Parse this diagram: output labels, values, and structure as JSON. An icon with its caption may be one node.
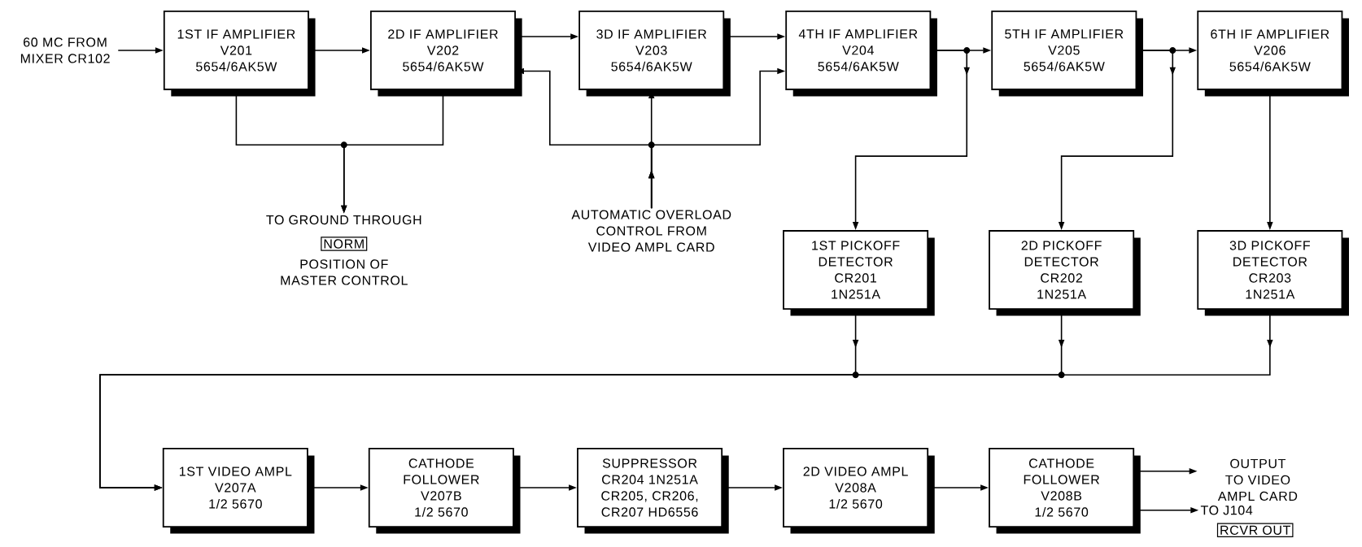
{
  "diagram": {
    "nodes": [
      {
        "text": [
          "60 MC FROM MIXER CR102"
        ]
      },
      {
        "text": [
          "1ST IF AMPLIFIER",
          "V201",
          "5654/6AK5W"
        ]
      },
      {
        "text": [
          "2D IF AMPLIFIER",
          "V202",
          "5654/6AK5W"
        ]
      },
      {
        "text": [
          "3D IF AMPLIFIER",
          "V203",
          "5654/6AK5W"
        ]
      },
      {
        "text": [
          "4TH IF AMPLIFIER",
          "V204",
          "5654/6AK5W"
        ]
      },
      {
        "text": [
          "5TH IF AMPLIFIER",
          "V205",
          "5654/6AK5W"
        ]
      },
      {
        "text": [
          "6TH IF AMPLIFIER",
          "V206",
          "5654/6AK5W"
        ]
      },
      {
        "text": [
          "TO GROUND THROUGH"
        ]
      },
      {
        "text": [
          "NORM"
        ],
        "beside": [
          "POSITION OF MASTER CONTROL"
        ]
      },
      {
        "text": [
          "AUTOMATIC OVERLOAD CONTROL FROM VIDEO AMPL CARD"
        ]
      },
      {
        "text": [
          "1ST PICKOFF DETECTOR",
          "CR201",
          "1N251A"
        ]
      },
      {
        "text": [
          "2D PICKOFF DETECTOR",
          "CR202",
          "1N251A"
        ]
      },
      {
        "text": [
          "3D PICKOFF DETECTOR",
          "CR203",
          "1N251A"
        ]
      },
      {
        "text": [
          "1ST VIDEO AMPL",
          "V207A",
          "1/2 5670"
        ]
      },
      {
        "text": [
          "CATHODE FOLLOWER",
          "V207B",
          "1/2 5670"
        ]
      },
      {
        "text": [
          "SUPPRESSOR",
          "CR204 1N251A",
          "CR205, CR206, CR207 HD6556"
        ]
      },
      {
        "text": [
          "2D VIDEO AMPL",
          "V208A",
          "1/2 5670"
        ]
      },
      {
        "text": [
          "CATHODE FOLLOWER",
          "V208B",
          "1/2 5670"
        ]
      },
      {
        "text": [
          "OUTPUT TO VIDEO AMPL CARD"
        ]
      },
      {
        "text": [
          "TO J104"
        ]
      },
      {
        "text": [
          "RCVR OUT"
        ]
      }
    ],
    "edges": [
      {
        "from": 0,
        "to": 1,
        "arrow": "to"
      },
      {
        "from": 1,
        "to": 2,
        "arrow": "to"
      },
      {
        "from": 2,
        "to": 3,
        "arrow": "to"
      },
      {
        "from": 3,
        "to": 4,
        "arrow": "to"
      },
      {
        "from": 4,
        "to": 5,
        "arrow": "to"
      },
      {
        "from": 5,
        "to": 6,
        "arrow": "to"
      },
      {
        "from": 1,
        "to": 7,
        "arrow": "to"
      },
      {
        "from": 2,
        "to": 7,
        "arrow": "to"
      },
      {
        "from": 9,
        "to": 2,
        "arrow": "to"
      },
      {
        "from": 9,
        "to": 3,
        "arrow": "to"
      },
      {
        "from": 9,
        "to": 4,
        "arrow": "to"
      },
      {
        "from": 4,
        "to": 10,
        "arrow": "to"
      },
      {
        "from": 5,
        "to": 11,
        "arrow": "to"
      },
      {
        "from": 6,
        "to": 12,
        "arrow": "to"
      },
      {
        "from": 10,
        "to": 13,
        "arrow": "to"
      },
      {
        "from": 11,
        "to": 13,
        "arrow": "to"
      },
      {
        "from": 12,
        "to": 13,
        "arrow": "to"
      },
      {
        "from": 13,
        "to": 14,
        "arrow": "to"
      },
      {
        "from": 14,
        "to": 15,
        "arrow": "to"
      },
      {
        "from": 15,
        "to": 16,
        "arrow": "to"
      },
      {
        "from": 16,
        "to": 17,
        "arrow": "to"
      },
      {
        "from": 17,
        "to": 18,
        "arrow": "to"
      },
      {
        "from": 17,
        "to": 19,
        "arrow": "to"
      }
    ]
  }
}
